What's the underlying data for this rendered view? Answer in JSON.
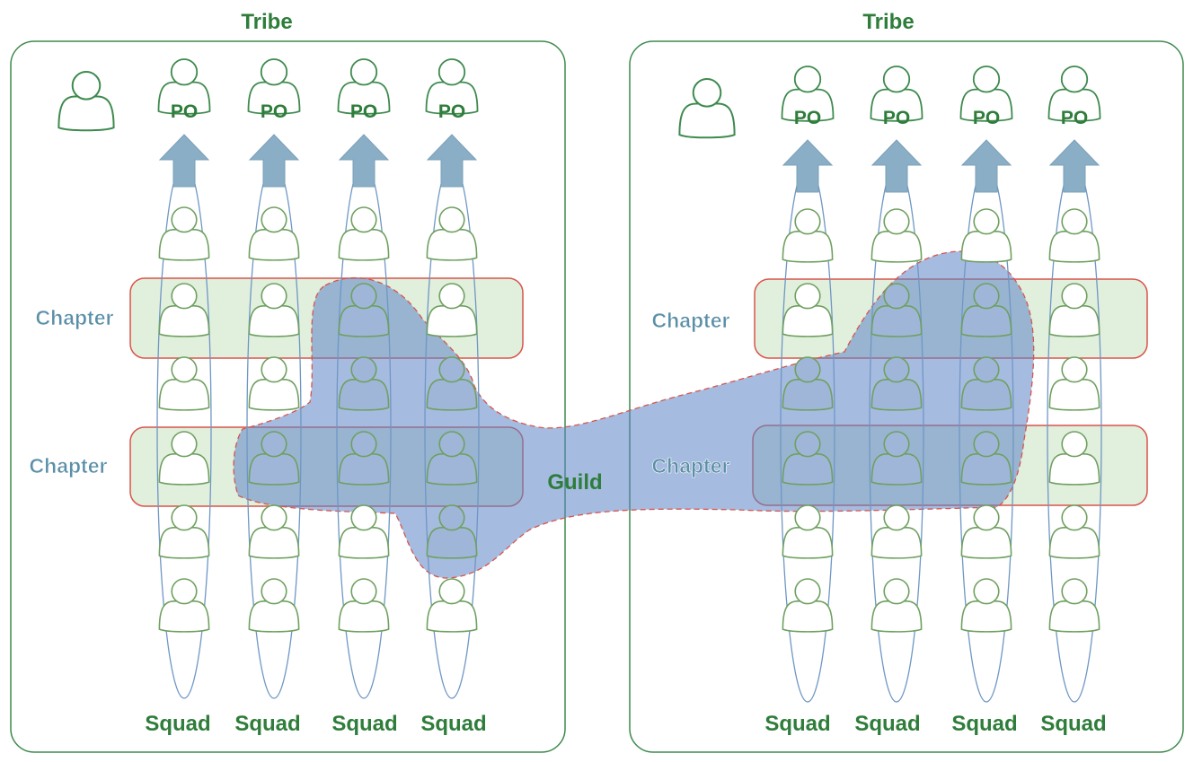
{
  "diagram": {
    "tribes": [
      {
        "label": "Tribe",
        "chapters": [
          "Chapter",
          "Chapter"
        ],
        "squads": [
          {
            "label": "Squad",
            "po_label": "PO"
          },
          {
            "label": "Squad",
            "po_label": "PO"
          },
          {
            "label": "Squad",
            "po_label": "PO"
          },
          {
            "label": "Squad",
            "po_label": "PO"
          }
        ]
      },
      {
        "label": "Tribe",
        "chapters": [
          "Chapter",
          "Chapter"
        ],
        "squads": [
          {
            "label": "Squad",
            "po_label": "PO"
          },
          {
            "label": "Squad",
            "po_label": "PO"
          },
          {
            "label": "Squad",
            "po_label": "PO"
          },
          {
            "label": "Squad",
            "po_label": "PO"
          }
        ]
      }
    ],
    "guild_label": "Guild",
    "colors": {
      "text_green": "#2e7d3a",
      "chapter_text": "#5b8fa8",
      "chapter_fill": "#d7ead2",
      "chapter_border": "#d9544a",
      "squad_oval": "#6f97c4",
      "guild_fill": "#5d84c6",
      "person_outline": "#6fa060"
    },
    "icons": {
      "tribe_lead": "person-icon",
      "product_owner": "person-icon",
      "squad_member": "person-icon",
      "direction_arrow": "arrow-up-icon"
    }
  }
}
